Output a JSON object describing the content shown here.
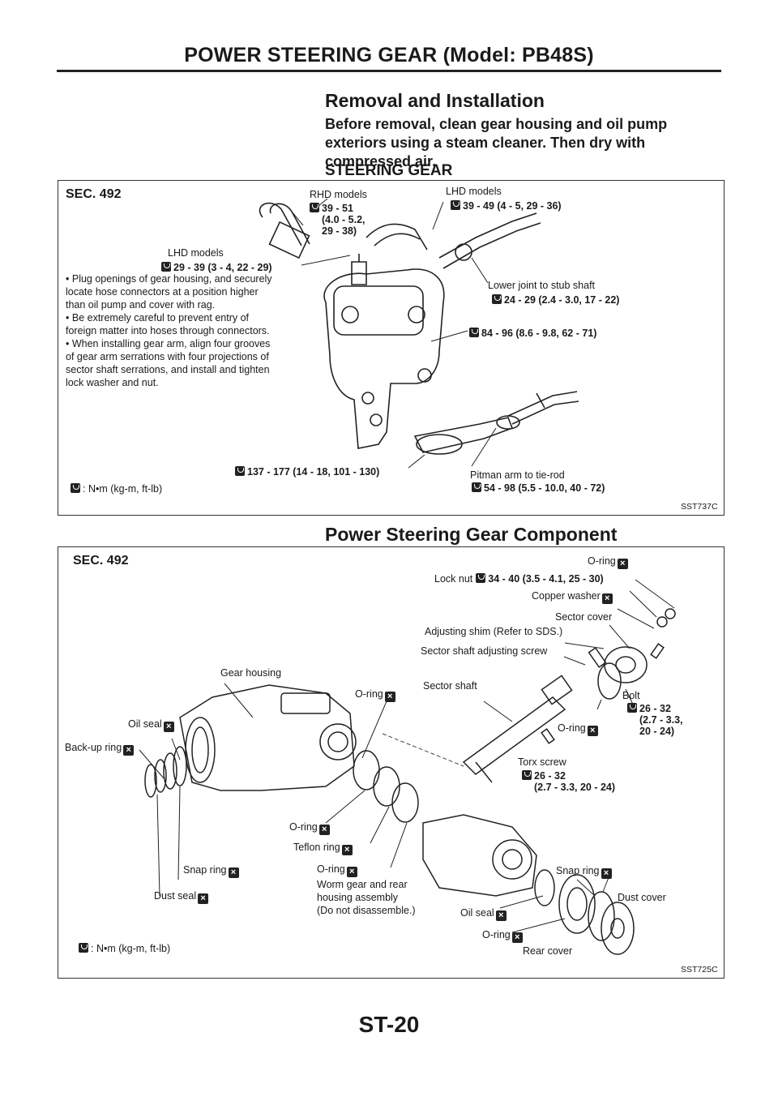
{
  "header": {
    "title": "POWER STEERING GEAR (Model: PB48S)"
  },
  "section": {
    "title": "Removal and Installation",
    "intro": "Before removal, clean gear housing and oil pump exteriors using a steam cleaner. Then dry with compressed air.",
    "subtitle": "STEERING GEAR"
  },
  "figure1": {
    "sec": "SEC. 492",
    "code": "SST737C",
    "rhd_label": "RHD models",
    "rhd_torque": [
      "39 - 51",
      "(4.0 - 5.2,",
      "29 - 38)"
    ],
    "lhd_top_label": "LHD models",
    "lhd_top_torque": "39 - 49 (4 - 5, 29 - 36)",
    "lhd_left_label": "LHD models",
    "lhd_left_torque": "29 - 39 (3 - 4, 22 - 29)",
    "lower_joint_label": "Lower joint to stub shaft",
    "lower_joint_torque": "24 - 29 (2.4 - 3.0, 17 - 22)",
    "mid_torque": "84 - 96 (8.6 - 9.8, 62 - 71)",
    "bottom_torque": "137 - 177 (14 - 18, 101 - 130)",
    "pitman_label": "Pitman arm to tie-rod",
    "pitman_torque": "54 - 98 (5.5 - 10.0, 40 - 72)",
    "legend": ": N•m (kg-m, ft-lb)",
    "notes": [
      "Plug openings of gear housing, and securely locate hose connectors at a position higher than oil pump and cover with rag.",
      "Be extremely careful to prevent entry of foreign matter into hoses through connectors.",
      "When installing gear arm, align four grooves of gear arm serrations with four projections of sector shaft serrations, and install and tighten lock washer and nut."
    ]
  },
  "component_title": "Power Steering Gear Component",
  "figure2": {
    "sec": "SEC. 492",
    "code": "SST725C",
    "legend": ": N•m (kg-m, ft-lb)",
    "labels": {
      "oring_top": "O-ring",
      "lock_nut": "Lock nut",
      "lock_nut_torque": "34 - 40 (3.5 - 4.1, 25 - 30)",
      "copper_washer": "Copper washer",
      "sector_cover": "Sector cover",
      "adjusting_shim": "Adjusting shim (Refer to SDS.)",
      "adjusting_screw": "Sector shaft adjusting screw",
      "gear_housing": "Gear housing",
      "oring_mid": "O-ring",
      "sector_shaft": "Sector shaft",
      "bolt": "Bolt",
      "bolt_torque": [
        "26 - 32",
        "(2.7 - 3.3,",
        "20 - 24)"
      ],
      "oil_seal_left": "Oil seal",
      "oring_right": "O-ring",
      "backup_ring": "Back-up ring",
      "torx_screw": "Torx screw",
      "torx_torque": [
        "26 - 32",
        "(2.7 - 3.3, 20 - 24)"
      ],
      "oring_lower": "O-ring",
      "teflon_ring": "Teflon ring",
      "oring_worm": "O-ring",
      "snap_ring_left": "Snap ring",
      "snap_ring_right": "Snap ring",
      "worm_gear": [
        "Worm gear and rear",
        "housing assembly",
        "(Do not disassemble.)"
      ],
      "dust_cover": "Dust cover",
      "oil_seal_right": "Oil seal",
      "dust_seal": "Dust seal",
      "oring_bottom": "O-ring",
      "rear_cover": "Rear cover"
    }
  },
  "footer": {
    "page": "ST-20"
  }
}
